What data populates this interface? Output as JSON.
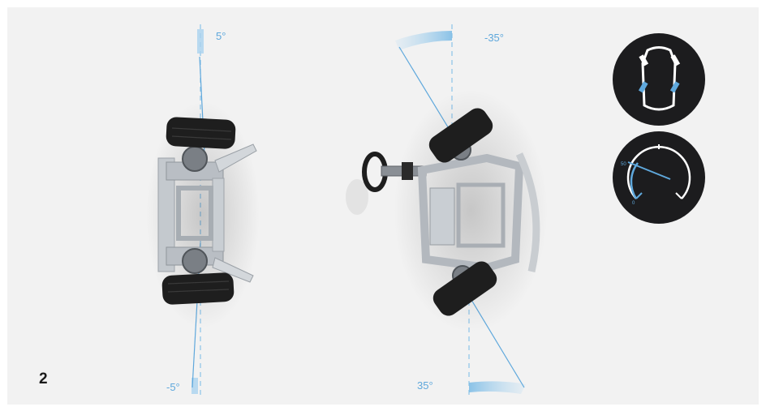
{
  "figure_number": "2",
  "rear_axle": {
    "top_angle_label": "5°",
    "bottom_angle_label": "-5°"
  },
  "front_axle": {
    "top_angle_label": "-35°",
    "bottom_angle_label": "35°"
  },
  "icons": {
    "car_icon": "car-wheel-steer-icon",
    "gauge_icon": "speed-gauge-icon",
    "gauge_top_label": "50",
    "gauge_bottom_label": "0"
  },
  "colors": {
    "accent": "#5fa8dc",
    "icon_bg": "#1c1c1e",
    "tire": "#1e1e1e",
    "frame": "#b9bec4"
  }
}
